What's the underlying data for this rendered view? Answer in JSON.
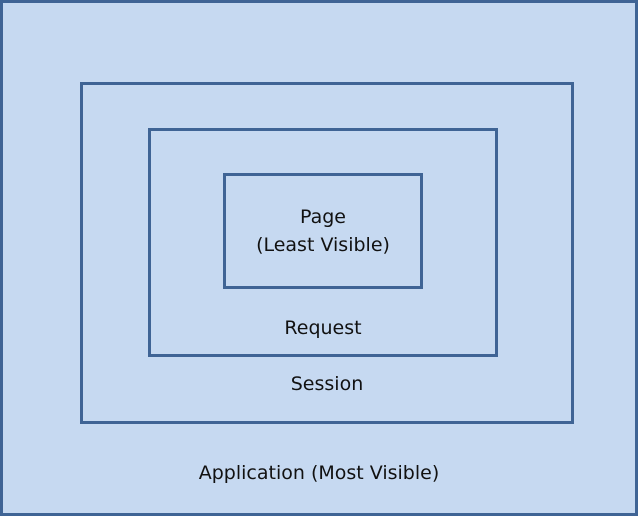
{
  "diagram": {
    "application_label": "Application (Most Visible)",
    "session_label": "Session",
    "request_label": "Request",
    "page_label": "Page",
    "page_sub_label": "(Least Visible)",
    "colors": {
      "fill": "#c6d9f1",
      "border": "#3f6495",
      "text": "#111111"
    }
  }
}
